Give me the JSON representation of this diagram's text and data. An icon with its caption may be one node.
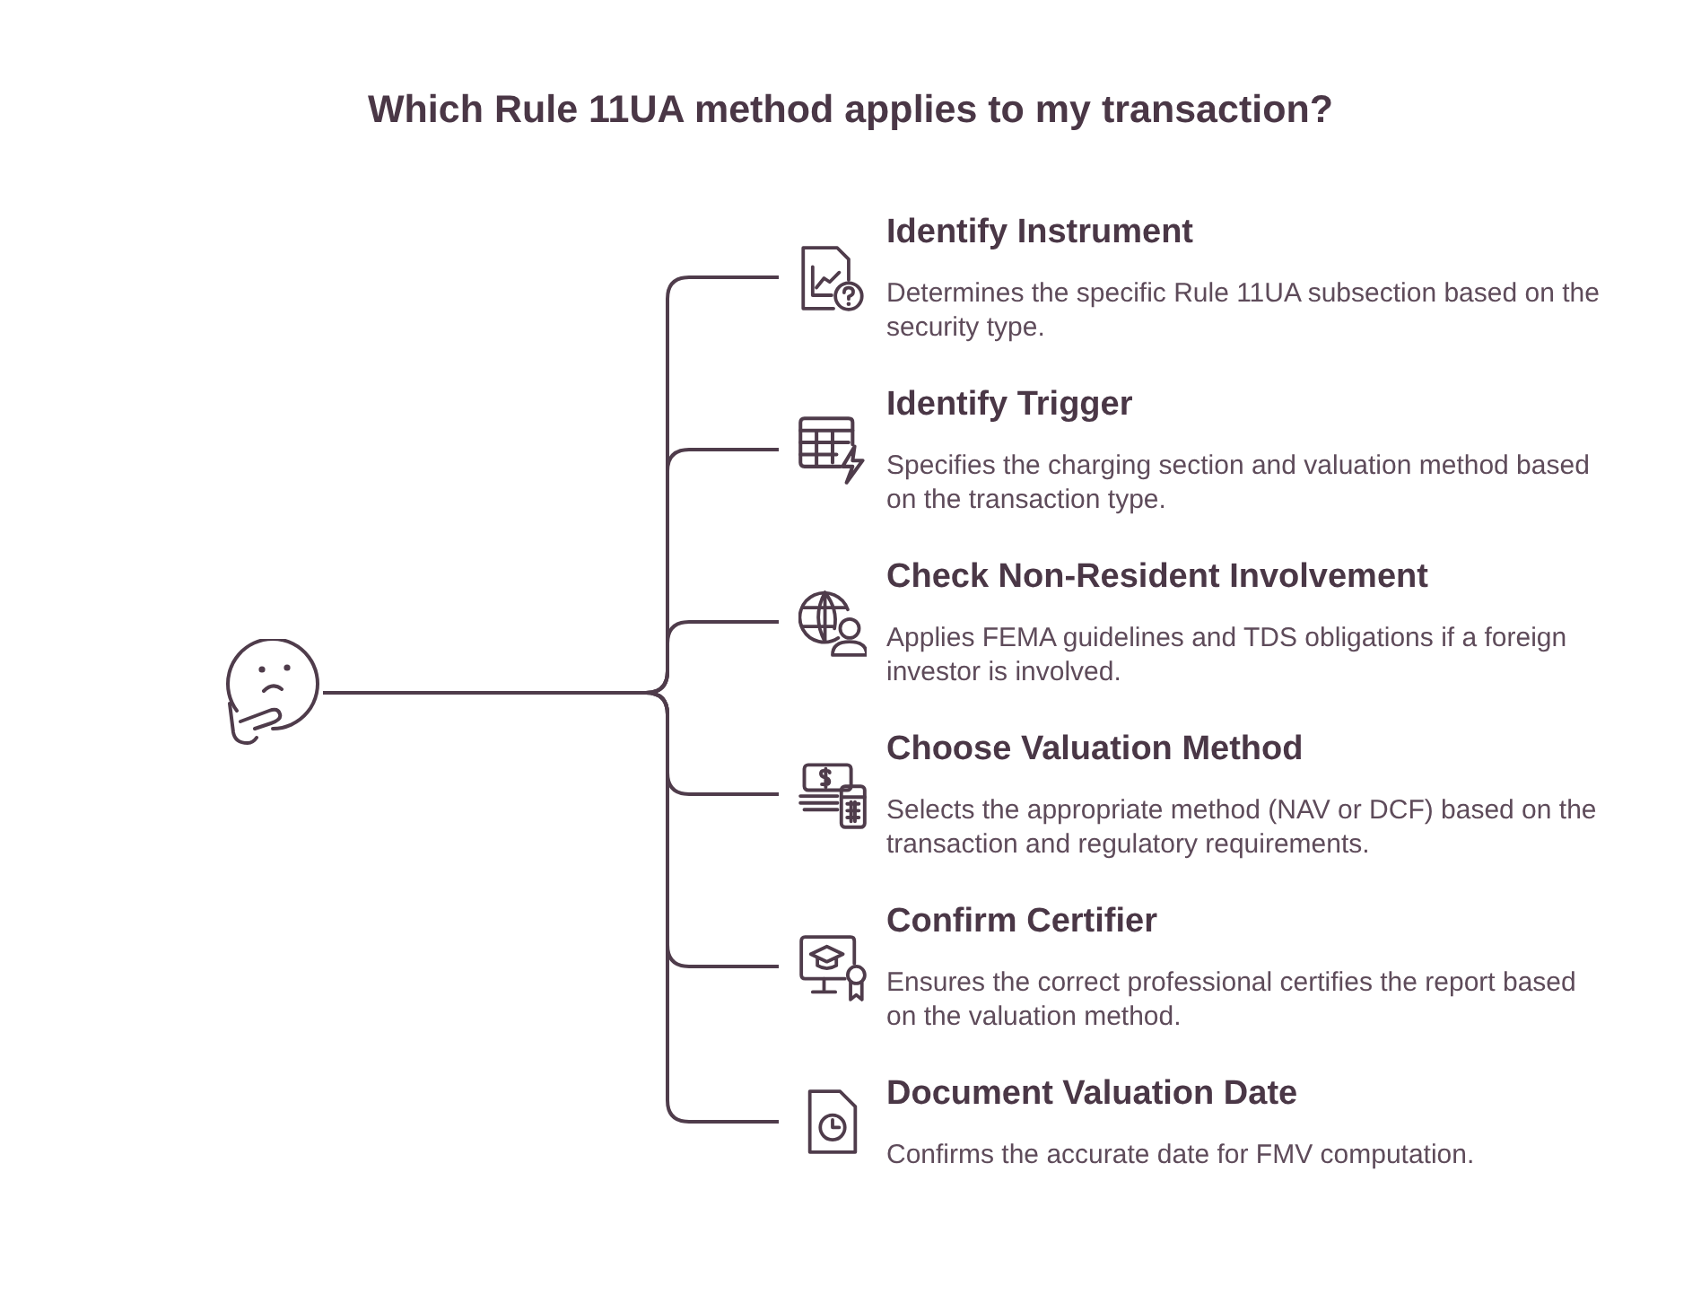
{
  "diagram": {
    "title": "Which Rule 11UA method applies to my transaction?",
    "nodes": [
      {
        "text": [],
        "shape": "picture"
      },
      {
        "text": [
          "Identify Instrument",
          "Determines the specific Rule 11UA subsection based on the security type."
        ]
      },
      {
        "text": [
          "Identify Trigger",
          "Specifies the charging section and valuation method based on the transaction type."
        ]
      },
      {
        "text": [
          "Check Non-Resident Involvement",
          "Applies FEMA guidelines and TDS obligations if a foreign investor is involved."
        ]
      },
      {
        "text": [
          "Choose Valuation Method",
          "Selects the appropriate method (NAV or DCF) based on the transaction and regulatory requirements."
        ]
      },
      {
        "text": [
          "Confirm Certifier",
          "Ensures the correct professional certifies the report based on the valuation method."
        ]
      },
      {
        "text": [
          "Document Valuation Date",
          "Confirms the accurate date for FMV computation."
        ]
      }
    ],
    "edges": [
      {
        "from": 0,
        "to": 1,
        "arrow": "none"
      },
      {
        "from": 0,
        "to": 2,
        "arrow": "none"
      },
      {
        "from": 0,
        "to": 3,
        "arrow": "none"
      },
      {
        "from": 0,
        "to": 4,
        "arrow": "none"
      },
      {
        "from": 0,
        "to": 5,
        "arrow": "none"
      },
      {
        "from": 0,
        "to": 6,
        "arrow": "none"
      }
    ]
  }
}
